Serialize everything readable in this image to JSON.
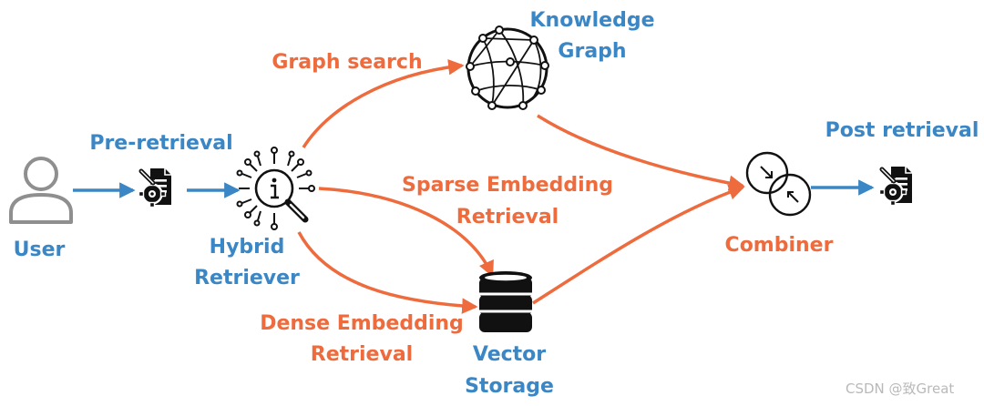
{
  "colors": {
    "blue": "#3b86c4",
    "orange": "#ee6b3e",
    "ink": "#111111",
    "watermark": "#b9b9b9"
  },
  "nodes": {
    "user": {
      "label": "User",
      "icon": "user-icon"
    },
    "pre_tool": {
      "icon": "tools-document-icon"
    },
    "hybrid": {
      "label_line1": "Hybrid",
      "label_line2": "Retriever",
      "icon": "info-search-icon"
    },
    "knowledge": {
      "label_line1": "Knowledge",
      "label_line2": "Graph",
      "icon": "globe-network-icon"
    },
    "vector": {
      "label_line1": "Vector",
      "label_line2": "Storage",
      "icon": "database-icon"
    },
    "combiner": {
      "label": "Combiner",
      "icon": "merge-circles-icon"
    },
    "post_tool": {
      "icon": "tools-document-icon"
    }
  },
  "edges": {
    "pre_retrieval": "Pre-retrieval",
    "graph_search": "Graph search",
    "sparse_line1": "Sparse Embedding",
    "sparse_line2": "Retrieval",
    "dense_line1": "Dense Embedding",
    "dense_line2": "Retrieval",
    "post_retrieval": "Post retrieval"
  },
  "watermark": "CSDN @致Great"
}
